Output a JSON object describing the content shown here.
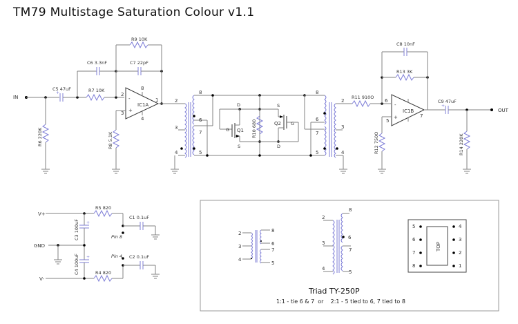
{
  "title": "TM79 Multistage Saturation Colour v1.1",
  "stage1": {
    "in_label": "IN",
    "c5": "C5 47uF",
    "r6": "R6 220K",
    "r7": "R7 10K",
    "c6": "C6 3.3nF",
    "c7": "C7 22pF",
    "r9": "R9 10K",
    "r8": "R8 5.1K",
    "ic": "IC1A",
    "pins": {
      "p2": "2",
      "p3": "3",
      "p8": "8",
      "p4": "4",
      "p1": "1",
      "minus": "-",
      "plus": "+"
    }
  },
  "transformer1": {
    "pins": [
      "2",
      "3",
      "4",
      "8",
      "6",
      "7",
      "5"
    ]
  },
  "transistors": {
    "q1": "Q1",
    "q2": "Q2",
    "r10": "R10 680",
    "q1_d": "D",
    "q1_s": "S",
    "q1_g": "G",
    "q2_s": "S",
    "q2_d": "D",
    "q2_g": "G"
  },
  "transformer2": {
    "pins": [
      "8",
      "6",
      "7",
      "5",
      "2",
      "3",
      "4"
    ]
  },
  "stage2": {
    "r11": "R11 910O",
    "c8": "C8 10nF",
    "r13": "R13 3K",
    "r12": "R12 750O",
    "ic": "IC1B",
    "c9": "C9 47uF",
    "r14": "R14 220K",
    "out_label": "OUT",
    "pins": {
      "p6": "6",
      "p5": "5",
      "p7": "7",
      "minus": "-",
      "plus": "+"
    }
  },
  "power": {
    "vplus": "V+",
    "gnd": "GND",
    "vminus": "V-",
    "r5": "R5 820",
    "r4": "R4 820",
    "c3": "C3 100uF",
    "c4": "C4 100uF",
    "c1": "C1 0.1uF",
    "c2": "C2 0.1uF",
    "pin8": "Pin 8",
    "pin4": "Pin 4"
  },
  "legend": {
    "small_xfmr_pins": [
      "2",
      "3",
      "4",
      "8",
      "6",
      "7",
      "5"
    ],
    "big_xfmr_pins": [
      "2",
      "3",
      "4",
      "8",
      "6",
      "7",
      "5"
    ],
    "package_left_pins": [
      "5",
      "6",
      "7",
      "8"
    ],
    "package_right_pins": [
      "4",
      "3",
      "2",
      "1"
    ],
    "package_top_label": "TOP",
    "heading": "Triad TY-250P",
    "note": "1:1 - tie 6 & 7  or    2:1 - 5 tied to 6, 7 tied to 8"
  },
  "colors": {
    "wire": "#808080",
    "component": "#7c7cd6",
    "ink": "#111111"
  }
}
